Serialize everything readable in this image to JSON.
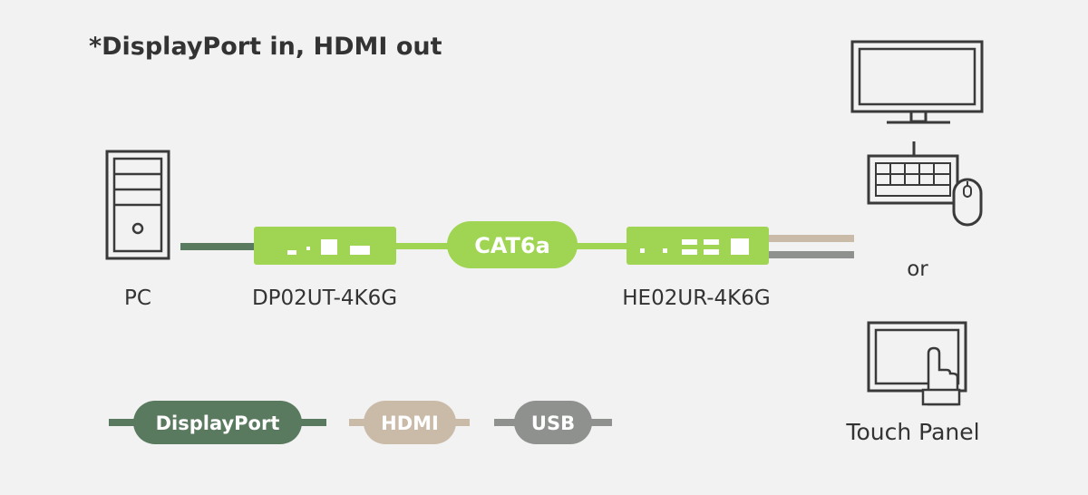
{
  "title": "*DisplayPort in, HDMI out",
  "devices": {
    "source": "PC",
    "transmitter": "DP02UT-4K6G",
    "cable": "CAT6a",
    "receiver": "HE02UR-4K6G",
    "or": "or",
    "touch_panel": "Touch Panel"
  },
  "legend": {
    "displayport": "DisplayPort",
    "hdmi": "HDMI",
    "usb": "USB"
  },
  "colors": {
    "background": "#f2f2f2",
    "green_accent": "#9fd552",
    "displayport": "#5a7a60",
    "hdmi": "#c9bba8",
    "usb": "#8e918e",
    "icon_stroke": "#3a3a3a",
    "text": "#333333"
  },
  "icons": {
    "pc": "pc-tower-icon",
    "monitor": "monitor-icon",
    "keyboard": "keyboard-icon",
    "mouse": "mouse-icon",
    "touch": "touch-panel-icon"
  }
}
